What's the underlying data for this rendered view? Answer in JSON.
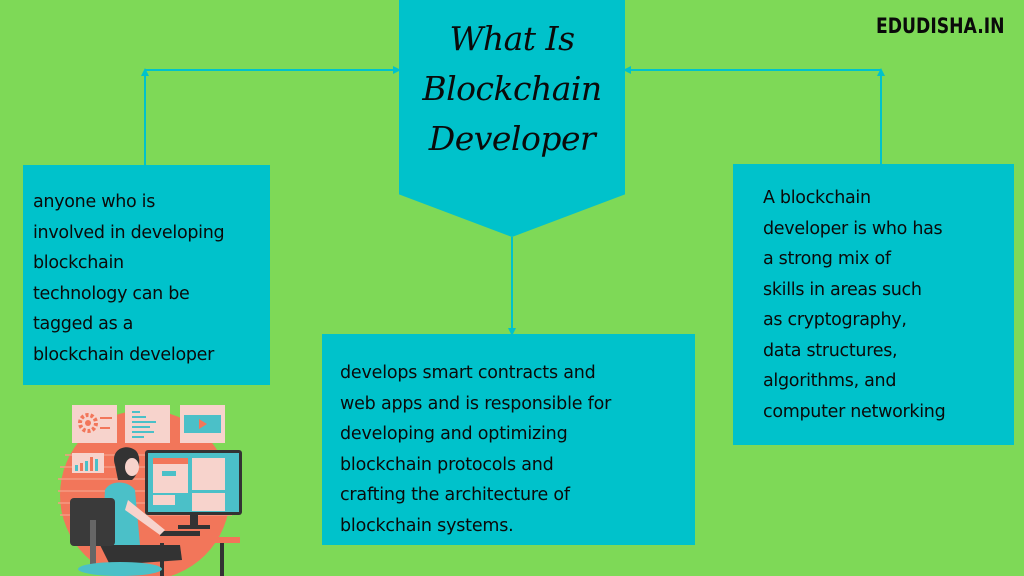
{
  "title": {
    "lines": [
      "What Is",
      "Blockchain",
      "Developer"
    ]
  },
  "brand": "EDUDISHA.IN",
  "boxes": {
    "left": {
      "text": "anyone who is\ninvolved in developing\nblockchain\ntechnology can be\ntagged as a\nblockchain developer"
    },
    "center": {
      "text": "develops smart contracts and\nweb apps and is responsible for\ndeveloping and optimizing\nblockchain protocols and\ncrafting the architecture of\nblockchain systems."
    },
    "right": {
      "text": " A blockchain\ndeveloper is who has\na strong mix of\nskills in areas such\nas cryptography,\ndata structures,\nalgorithms, and\ncomputer networking"
    }
  },
  "illustration": {
    "icon": "developer-at-computer-illustration"
  },
  "colors": {
    "background": "#7ed957",
    "box": "#00c2cb",
    "connector": "#00c2cb",
    "text": "#0a0a0a",
    "illustration_accent": "#f2765a"
  }
}
